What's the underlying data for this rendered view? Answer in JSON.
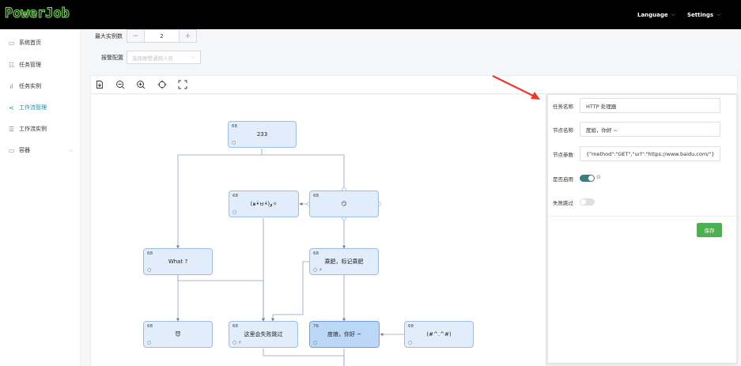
{
  "app": {
    "logo": "PowerJob"
  },
  "topbar": {
    "language": "Language",
    "settings": "Settings"
  },
  "sidebar": {
    "items": [
      {
        "label": "系统首页",
        "icon": "monitor-icon",
        "active": false
      },
      {
        "label": "任务管理",
        "icon": "task-icon",
        "active": false
      },
      {
        "label": "任务实例",
        "icon": "bar-chart-icon",
        "active": false
      },
      {
        "label": "工作流管理",
        "icon": "share-icon",
        "active": true
      },
      {
        "label": "工作流实例",
        "icon": "sliders-icon",
        "active": false
      },
      {
        "label": "容器",
        "icon": "container-icon",
        "active": false,
        "has_submenu": true
      }
    ]
  },
  "form": {
    "max_instances_label": "最大实例数",
    "max_instances_value": "2",
    "minus": "−",
    "plus": "+",
    "alarm_label": "报警配置",
    "alarm_placeholder": "选择报警通知人员"
  },
  "toolbar": {
    "icons": [
      "export-icon",
      "zoom-out-icon",
      "zoom-in-icon",
      "locate-icon",
      "fullscreen-icon"
    ]
  },
  "nodes": [
    {
      "id": "68",
      "title": "233",
      "icons": [
        "○"
      ],
      "selected": false
    },
    {
      "id": "68",
      "title": "(๑•̀ㅂ•́)و✧",
      "icons": [
        "○"
      ],
      "selected": false
    },
    {
      "id": "68",
      "title": "😏",
      "icons": [],
      "selected": false
    },
    {
      "id": "68",
      "title": "What ?",
      "icons": [
        "○"
      ],
      "selected": false
    },
    {
      "id": "68",
      "title": "乘肥，标记乘肥",
      "icons": [
        "○",
        "⚡"
      ],
      "selected": false
    },
    {
      "id": "68",
      "title": "😈",
      "icons": [
        "○"
      ],
      "selected": false
    },
    {
      "id": "68",
      "title": "这里会失败跳过",
      "icons": [
        "○",
        "⚡"
      ],
      "selected": false
    },
    {
      "id": "76",
      "title": "度娘，你好 ~",
      "icons": [
        "○"
      ],
      "selected": true
    },
    {
      "id": "68",
      "title": "(#^.^#)",
      "icons": [
        "○"
      ],
      "selected": false
    }
  ],
  "panel": {
    "task_name_label": "任务名称",
    "task_name_value": "HTTP 处理器",
    "node_name_label": "节点名称",
    "node_name_value": "度娘，你好 ~",
    "node_params_label": "节点参数",
    "node_params_value": "{\"method\":\"GET\",\"url\":\"https://www.baidu.com/\"}",
    "enabled_label": "是否启用",
    "enabled": true,
    "skip_label": "失败跳过",
    "skip": false,
    "save_label": "保存"
  },
  "colors": {
    "accent": "#1f8ca0",
    "save": "#4caf50",
    "node_bg": "#e2edfb",
    "arrow": "#e8392b"
  }
}
